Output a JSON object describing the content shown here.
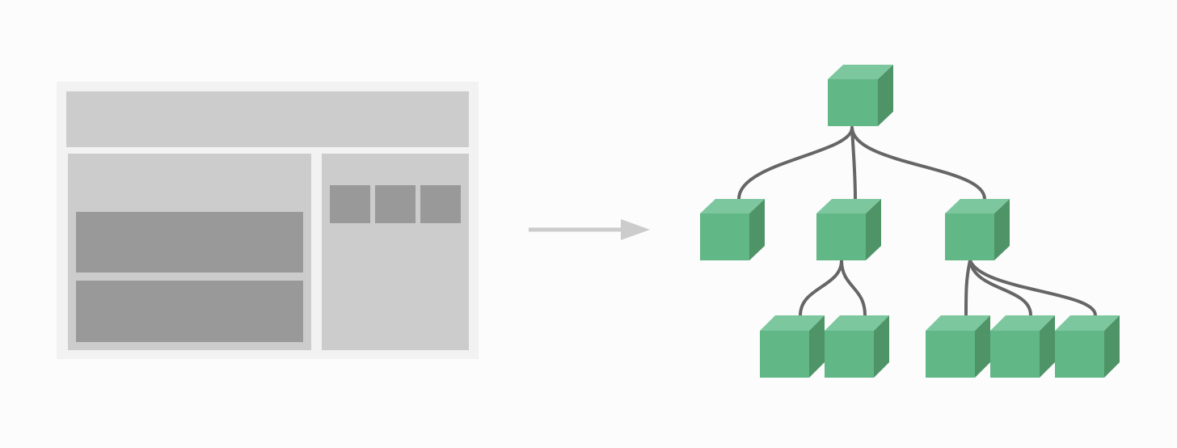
{
  "colors": {
    "background": "#fcfcfc",
    "wireframe_outer": "#f2f2f2",
    "wireframe_panel": "#cccccc",
    "wireframe_block": "#999999",
    "arrow": "#cccccc",
    "cube_front": "#61b786",
    "cube_top": "#7dc79f",
    "cube_side": "#4e9467",
    "connector": "#666666"
  },
  "icons": {
    "arrow": "arrow-right-icon",
    "component": "cube-icon"
  },
  "wireframe": {
    "regions": [
      "header",
      "main-content",
      "sidebar"
    ],
    "main_blocks": 2,
    "sidebar_tiles": 3
  },
  "component_tree": {
    "root": {
      "children": [
        {
          "children": []
        },
        {
          "children": [
            {
              "children": []
            },
            {
              "children": []
            }
          ]
        },
        {
          "children": [
            {
              "children": []
            },
            {
              "children": []
            },
            {
              "children": []
            }
          ]
        }
      ]
    }
  }
}
